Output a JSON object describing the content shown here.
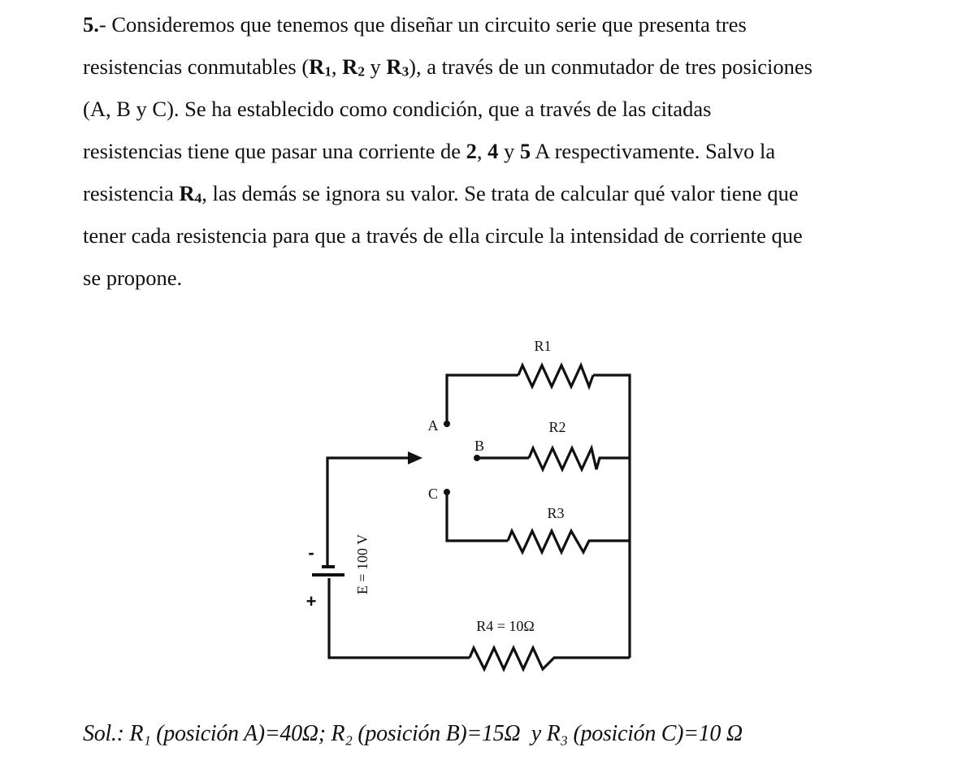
{
  "problem": {
    "number": "5.",
    "lines": [
      [
        "- Consideremos que tenemos que diseñar un circuito serie que presenta tres"
      ],
      [
        "resistencias conmutables (",
        "R",
        "1",
        ", ",
        "R",
        "2",
        " y ",
        "R",
        "3",
        "), a través de un conmutador de tres posiciones"
      ],
      [
        "(A, B y C). Se ha establecido como condición, que a través de las citadas"
      ],
      [
        "resistencias tiene que pasar una corriente de ",
        "2",
        ", ",
        "4",
        " y ",
        "5",
        " A respectivamente. Salvo la"
      ],
      [
        "resistencia ",
        "R",
        "4",
        ", las demás se ignora su valor. Se trata de calcular qué valor tiene que"
      ],
      [
        "tener cada resistencia para que a través de ella circule la intensidad de corriente que"
      ],
      [
        "se propone."
      ]
    ]
  },
  "circuit": {
    "r1_label": "R1",
    "r2_label": "R2",
    "r3_label": "R3",
    "r4_label": "R4 = 10Ω",
    "pos_a": "A",
    "pos_b": "B",
    "pos_c": "C",
    "source_label": "E = 100 V",
    "minus": "-",
    "plus": "+"
  },
  "solution": {
    "prefix": "Sol.: ",
    "text": "R₁ (posición A)=40Ω; R₂ (posición B)=15Ω  y R₃ (posición C)=10 Ω"
  }
}
